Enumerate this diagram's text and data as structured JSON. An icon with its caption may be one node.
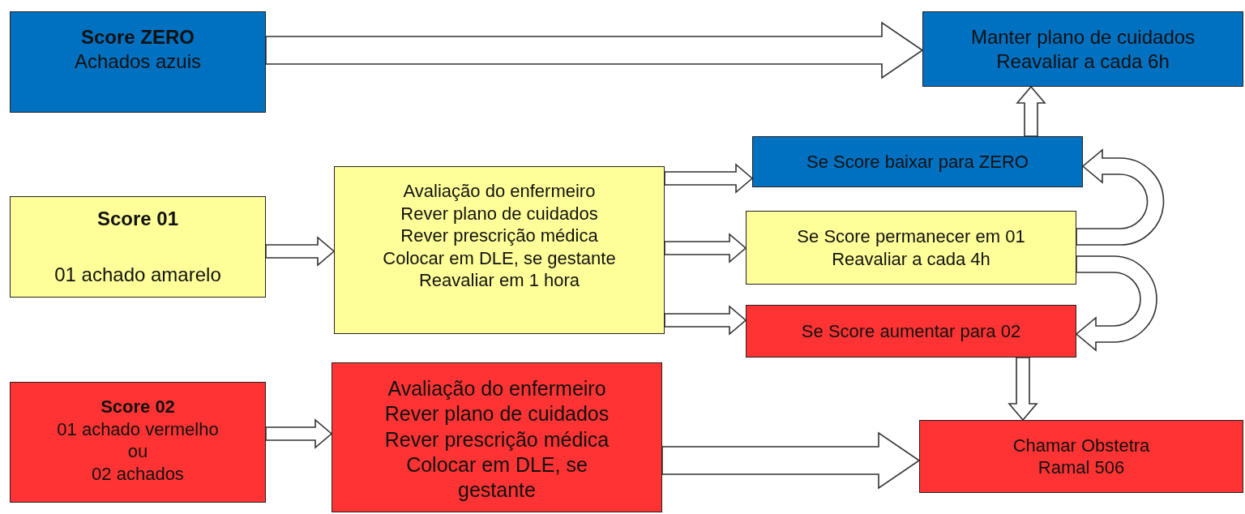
{
  "diagram": {
    "nodes": [
      {
        "text": [
          "Score ZERO",
          "Achados azuis"
        ]
      },
      {
        "text": [
          "Manter plano de cuidados",
          "Reavaliar a cada 6h"
        ]
      },
      {
        "text": [
          "Score 01",
          "01 achado amarelo"
        ]
      },
      {
        "text": [
          "Avaliação do enfermeiro",
          "Rever plano de cuidados",
          "Rever prescrição médica",
          "Colocar em DLE, se gestante",
          "Reavaliar em 1 hora"
        ]
      },
      {
        "text": [
          "Se Score baixar para ZERO"
        ]
      },
      {
        "text": [
          "Se Score permanecer em 01",
          "Reavaliar a cada 4h"
        ]
      },
      {
        "text": [
          "Se Score aumentar para 02"
        ]
      },
      {
        "text": [
          "Score 02",
          "01 achado vermelho",
          "ou",
          "02 achados"
        ]
      },
      {
        "text": [
          "Avaliação do enfermeiro",
          "Rever plano de cuidados",
          "Rever prescrição médica",
          "Colocar em DLE, se gestante"
        ]
      },
      {
        "text": [
          "Chamar Obstetra",
          "Ramal 506"
        ]
      }
    ],
    "edges": [
      {
        "from": 0,
        "to": 1,
        "arrow": "to"
      },
      {
        "from": 2,
        "to": 3,
        "arrow": "to"
      },
      {
        "from": 3,
        "to": 4,
        "arrow": "to"
      },
      {
        "from": 3,
        "to": 5,
        "arrow": "to"
      },
      {
        "from": 3,
        "to": 6,
        "arrow": "to"
      },
      {
        "from": 4,
        "to": 1,
        "arrow": "to"
      },
      {
        "from": 5,
        "to": 4,
        "arrow": "to"
      },
      {
        "from": 5,
        "to": 6,
        "arrow": "to"
      },
      {
        "from": 6,
        "to": 9,
        "arrow": "to"
      },
      {
        "from": 7,
        "to": 8,
        "arrow": "to"
      },
      {
        "from": 8,
        "to": 9,
        "arrow": "to"
      }
    ]
  }
}
